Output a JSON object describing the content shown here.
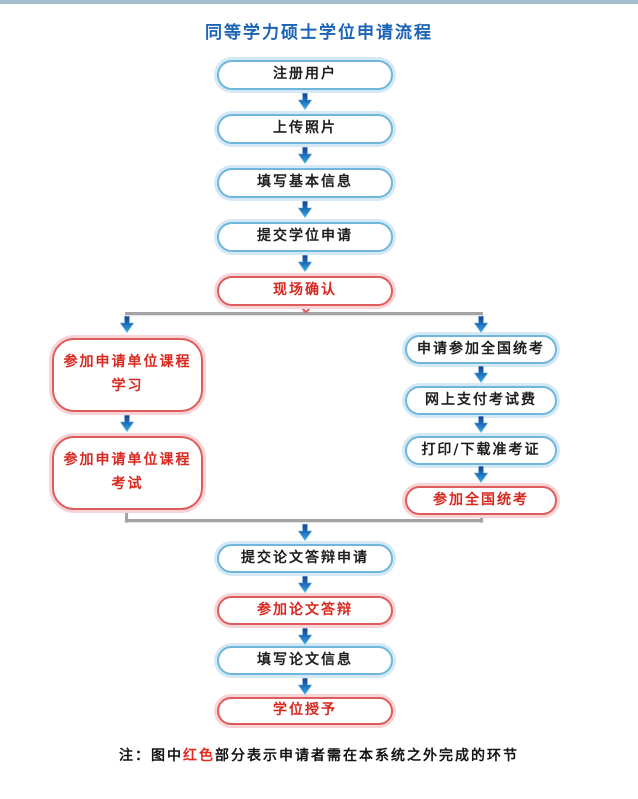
{
  "page": {
    "title": "同等学力硕士学位申请流程"
  },
  "note": {
    "prefix": "注：图中",
    "highlight": "红色",
    "suffix": "部分表示申请者需在本系统之外完成的环节"
  },
  "colors": {
    "title_blue": "#1b63b4",
    "node_border_blue": "#6fb6db",
    "node_glow_blue": "#d4e9f5",
    "node_border_red": "#e05c5c",
    "node_glow_red": "#f7d4d6",
    "node_text_dark": "#1e1e1e",
    "node_text_red": "#d8281f",
    "arrow_blue_top": "#16418f",
    "arrow_blue_bottom": "#31b0e8",
    "connector_gray": "#a3a3a3",
    "top_bar": "#a3bfcd",
    "note_highlight_red": "#e02b1f"
  },
  "flow": {
    "main_top": [
      {
        "label": "注册用户",
        "style": "blue"
      },
      {
        "label": "上传照片",
        "style": "blue"
      },
      {
        "label": "填写基本信息",
        "style": "blue"
      },
      {
        "label": "提交学位申请",
        "style": "blue"
      },
      {
        "label": "现场确认",
        "style": "red"
      }
    ],
    "left_branch": [
      {
        "label": "参加申请单位课程\n学习",
        "style": "red"
      },
      {
        "label": "参加申请单位课程\n考试",
        "style": "red"
      }
    ],
    "right_branch": [
      {
        "label": "申请参加全国统考",
        "style": "blue"
      },
      {
        "label": "网上支付考试费",
        "style": "blue"
      },
      {
        "label": "打印/下载准考证",
        "style": "blue"
      },
      {
        "label": "参加全国统考",
        "style": "red"
      }
    ],
    "main_bottom": [
      {
        "label": "提交论文答辩申请",
        "style": "blue"
      },
      {
        "label": "参加论文答辩",
        "style": "red"
      },
      {
        "label": "填写论文信息",
        "style": "blue"
      },
      {
        "label": "学位授予",
        "style": "red"
      }
    ]
  }
}
